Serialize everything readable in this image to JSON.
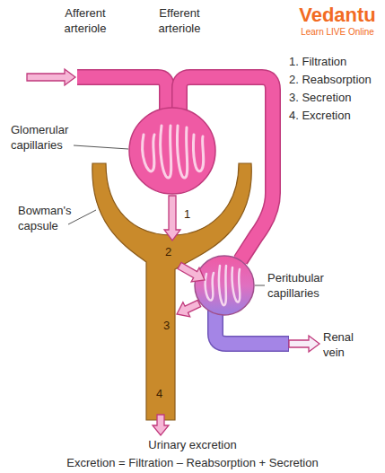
{
  "diagram": {
    "caption": "Excretion = Filtration – Reabsorption + Secretion",
    "labels": [
      "Afferent arteriole",
      "Efferent arteriole",
      "Vedantu",
      "Learn LIVE Online",
      "1. Filtration",
      "2. Reabsorption",
      "3. Secretion",
      "4. Excretion",
      "Glomerular capillaries",
      "Bowman's capsule",
      "1",
      "2",
      "3",
      "4",
      "Peritubular capillaries",
      "Renal vein",
      "Urinary excretion"
    ]
  }
}
